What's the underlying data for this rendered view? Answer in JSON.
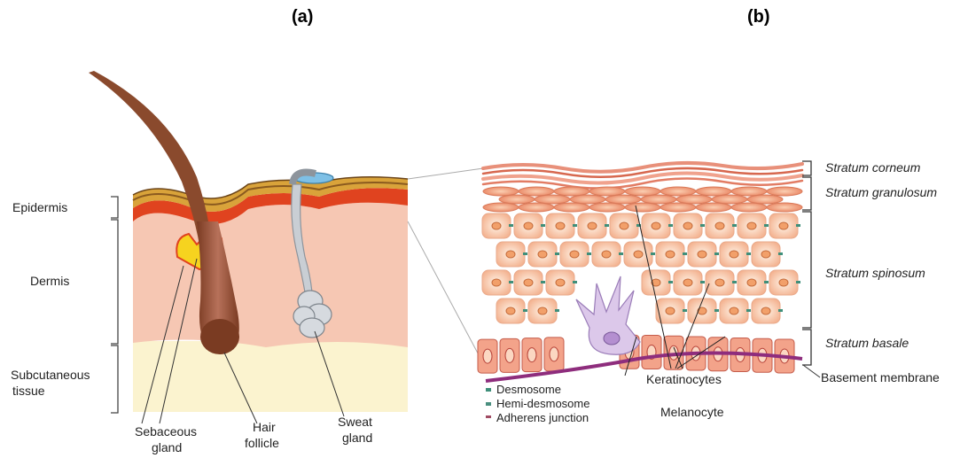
{
  "panels": {
    "a": "(a)",
    "b": "(b)"
  },
  "left": {
    "layers": {
      "epidermis": "Epidermis",
      "dermis": "Dermis",
      "subcutaneous_1": "Subcutaneous",
      "subcutaneous_2": "tissue"
    },
    "structures": {
      "sebaceous_1": "Sebaceous",
      "sebaceous_2": "gland",
      "hair_1": "Hair",
      "hair_2": "follicle",
      "sweat_1": "Sweat",
      "sweat_2": "gland"
    }
  },
  "right": {
    "strata": {
      "corneum": "Stratum corneum",
      "granulosum": "Stratum granulosum",
      "spinosum": "Stratum spinosum",
      "basale": "Stratum basale"
    },
    "basement": "Basement membrane",
    "keratinocytes": "Keratinocytes",
    "melanocyte": "Melanocyte",
    "legend": [
      {
        "label": "Desmosome",
        "color": "#3f8f7a"
      },
      {
        "label": "Hemi-desmosome",
        "color": "#4a8f7f"
      },
      {
        "label": "Adherens junction",
        "color": "#a04b63"
      }
    ]
  },
  "colors": {
    "stratum_corneum": "#f0a28d",
    "dermis": "#f6c7b3",
    "subcutaneous": "#fbf3cf",
    "epidermis_top": "#d9a33a",
    "epidermis_red": "#e0431f",
    "basement": "#8e2d7d"
  }
}
